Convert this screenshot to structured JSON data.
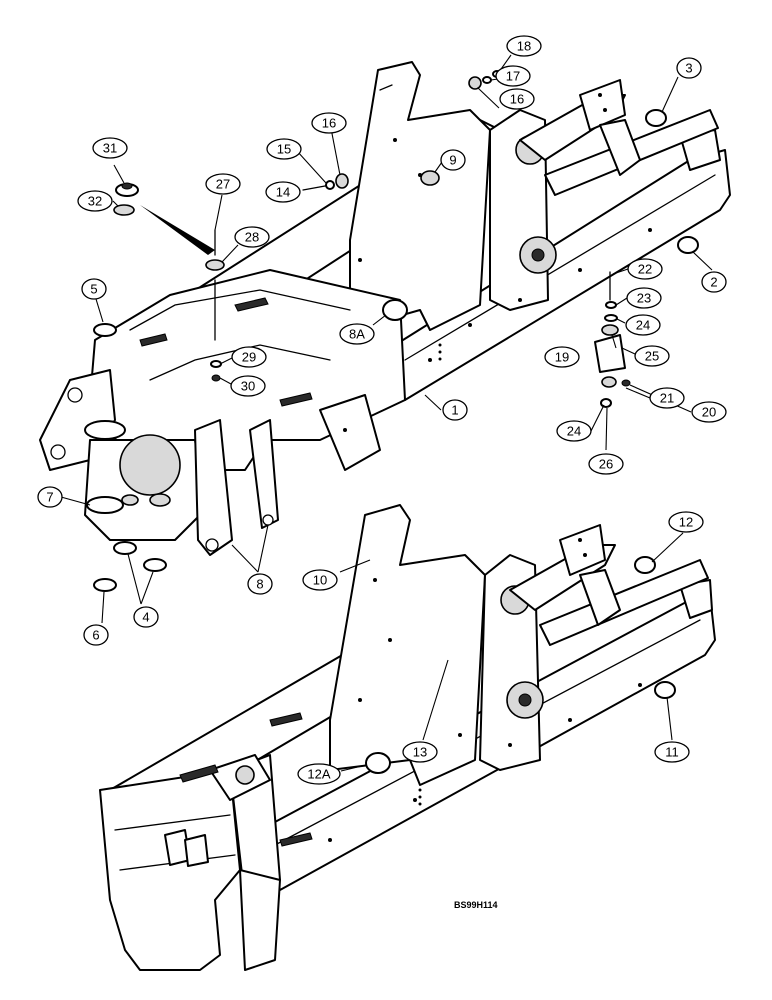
{
  "diagram_code": "BS99H114",
  "callouts": [
    {
      "label": "1"
    },
    {
      "label": "2"
    },
    {
      "label": "3"
    },
    {
      "label": "4"
    },
    {
      "label": "5"
    },
    {
      "label": "6"
    },
    {
      "label": "7"
    },
    {
      "label": "8"
    },
    {
      "label": "8A"
    },
    {
      "label": "9"
    },
    {
      "label": "10"
    },
    {
      "label": "11"
    },
    {
      "label": "12"
    },
    {
      "label": "12A"
    },
    {
      "label": "13"
    },
    {
      "label": "14"
    },
    {
      "label": "15"
    },
    {
      "label": "16"
    },
    {
      "label": "16"
    },
    {
      "label": "17"
    },
    {
      "label": "18"
    },
    {
      "label": "19"
    },
    {
      "label": "20"
    },
    {
      "label": "21"
    },
    {
      "label": "22"
    },
    {
      "label": "23"
    },
    {
      "label": "24"
    },
    {
      "label": "24"
    },
    {
      "label": "25"
    },
    {
      "label": "26"
    },
    {
      "label": "27"
    },
    {
      "label": "28"
    },
    {
      "label": "29"
    },
    {
      "label": "30"
    },
    {
      "label": "31"
    },
    {
      "label": "32"
    }
  ]
}
